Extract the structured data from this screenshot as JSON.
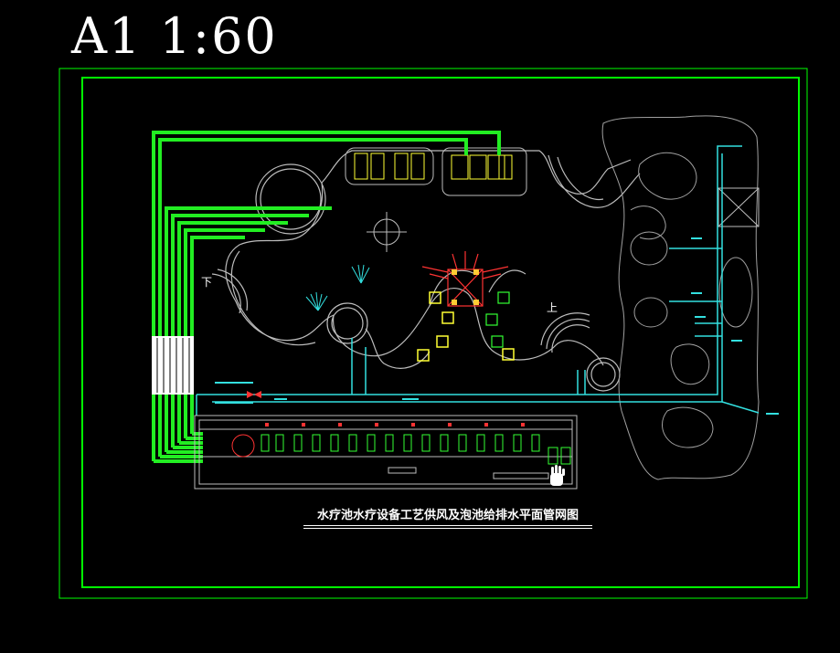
{
  "scale_label": "A1 1:60",
  "drawing_title": "水疗池水疗设备工艺供风及泡池给排水平面管网图",
  "stair_labels": {
    "left": "下",
    "right": "上"
  },
  "colors": {
    "background": "#000000",
    "frame": "#00ff00",
    "air_pipes": "#22ee22",
    "water_pipes": "#33e0e0",
    "outline": "#c8c8c8",
    "fixtures": "#ffff33",
    "pavilion": "#ff3333",
    "text": "#ffffff"
  },
  "icons": [
    "hand-cursor-icon",
    "north-arrow-icon"
  ]
}
